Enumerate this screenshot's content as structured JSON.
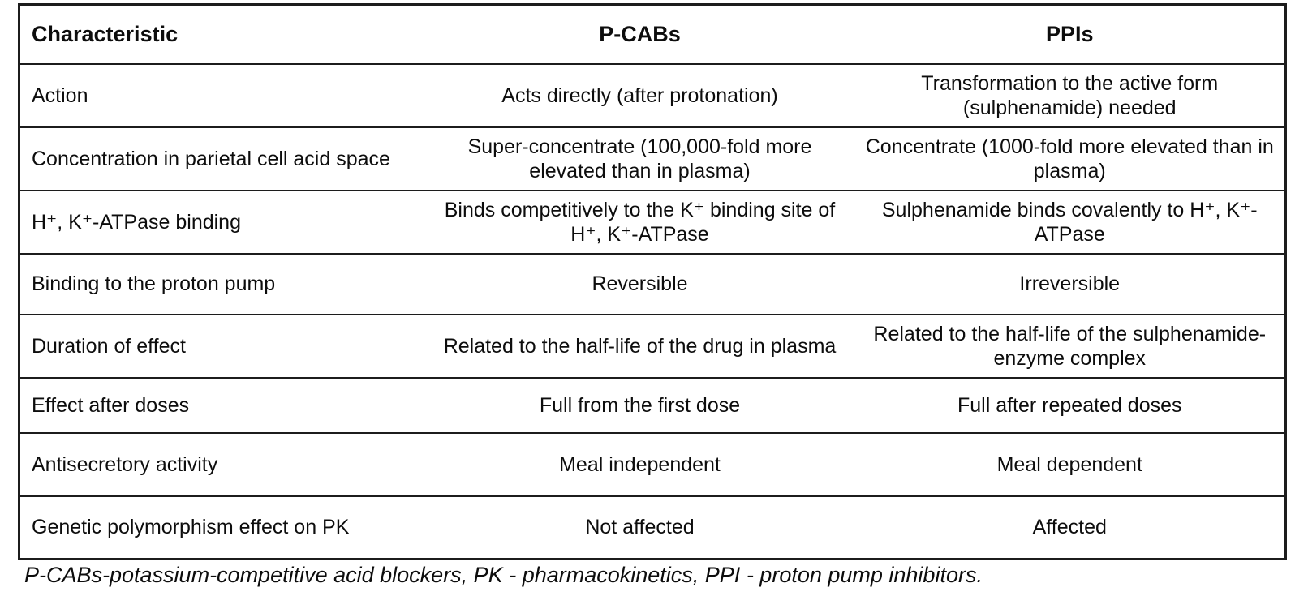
{
  "colors": {
    "background": "#ffffff",
    "border": "#1c1c1c",
    "text": "#0d0d0d"
  },
  "table": {
    "headers": {
      "characteristic": "Characteristic",
      "pcabs": "P-CABs",
      "ppis": "PPIs"
    },
    "rows": [
      {
        "characteristic": "Action",
        "pcabs": "Acts directly (after protonation)",
        "ppis": "Transformation to the active form (sulphenamide) needed"
      },
      {
        "characteristic": "Concentration in parietal cell acid space",
        "pcabs": "Super-concentrate (100,000-fold more elevated than in plasma)",
        "ppis": "Concentrate (1000-fold more elevated than in plasma)"
      },
      {
        "characteristic": "H⁺, K⁺-ATPase binding",
        "pcabs": "Binds competitively to the K⁺ binding site of H⁺, K⁺-ATPase",
        "ppis": "Sulphenamide binds covalently to H⁺, K⁺-ATPase"
      },
      {
        "characteristic": "Binding to the proton pump",
        "pcabs": "Reversible",
        "ppis": "Irreversible"
      },
      {
        "characteristic": "Duration of effect",
        "pcabs": "Related to the half-life of the drug in plasma",
        "ppis": "Related to the half-life of the sulphenamide-enzyme complex"
      },
      {
        "characteristic": "Effect after doses",
        "pcabs": "Full from the first dose",
        "ppis": "Full after repeated doses"
      },
      {
        "characteristic": "Antisecretory activity",
        "pcabs": "Meal independent",
        "ppis": "Meal dependent"
      },
      {
        "characteristic": "Genetic polymorphism effect on PK",
        "pcabs": "Not affected",
        "ppis": "Affected"
      }
    ],
    "footnote": "P-CABs-potassium-competitive acid blockers, PK - pharmacokinetics, PPI - proton pump inhibitors."
  }
}
